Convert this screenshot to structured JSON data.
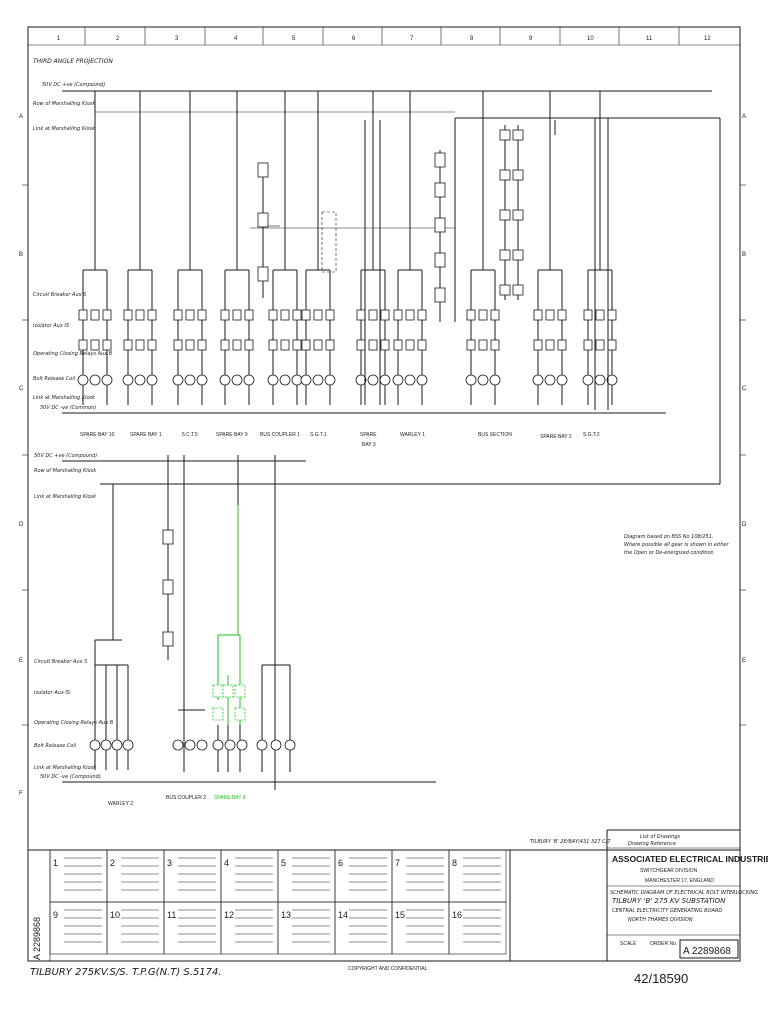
{
  "grid": {
    "columns": [
      "1",
      "2",
      "3",
      "4",
      "5",
      "6",
      "7",
      "8",
      "9",
      "10",
      "11",
      "12"
    ],
    "rows": [
      "A",
      "B",
      "C",
      "D",
      "E",
      "F"
    ]
  },
  "projection_note": "THIRD ANGLE PROJECTION",
  "upper_rail": {
    "supply": "50V DC +ve (Compound)",
    "row1": "Row of Marshalling Kiosk",
    "row2": "Link at Marshalling Kiosk",
    "row3": "Circuit Breaker Aux S",
    "row4": "Isolator Aux IS",
    "row5": "Operating Closing Relays Aux B",
    "row6": "Bolt Release Coil",
    "row7": "Link at Marshalling Kiosk",
    "return": "50V DC -ve (Common)"
  },
  "upper_bays": [
    "SPARE BAY 10",
    "SPARE BAY 1",
    "5.C.T.5",
    "SPARE BAY 9",
    "BUS COUPLER 1",
    "S.G.T.1",
    "SPARE",
    "BAY 3",
    "WARLEY 1",
    "BUS SECTION",
    "SPARE BAY 2",
    "S.G.T.2"
  ],
  "lower_rail": {
    "supply": "50V DC +ve (Compound)",
    "row1": "Row of Marshalling Kiosk",
    "row2": "Link at Marshalling Kiosk",
    "row3": "Circuit Breaker Aux S",
    "row4": "Isolator Aux IS",
    "row5": "Operating Closing Relays Aux B",
    "row6": "Bolt Release Coil",
    "row7": "Link at Marshalling Kiosk",
    "return": "50V DC -ve (Compound)"
  },
  "lower_bays": [
    "WARLEY 2",
    "BUS COUPLER 2",
    "SPARE BAY 8"
  ],
  "note": [
    "Diagram based on BSS No 108/251.",
    "Where possible all gear is shown in either",
    "the Open or De-energised condition"
  ],
  "reference": {
    "ref_line": "TILBURY 'B' 2E/BAY/431 327 C/7",
    "list_of_drawings": "List of Drawings",
    "drawing_reference": "Drawing Reference"
  },
  "title_block": {
    "company": "ASSOCIATED ELECTRICAL INDUSTRIES LTD.",
    "division": "SWITCHGEAR DIVISION",
    "location": "MANCHESTER 17, ENGLAND",
    "desc1": "SCHEMATIC DIAGRAM OF ELECTRICAL BOLT INTERLOCKING",
    "desc2": "TILBURY 'B' 275 KV SUBSTATION",
    "desc3": "CENTRAL ELECTRICITY GENERATING BOARD",
    "desc4": "NORTH THAMES DIVISION",
    "order_label": "ORDER No.",
    "drawing_number": "A 2289868",
    "side_number": "A 2289868",
    "scale_label": "SCALE"
  },
  "revisions": [
    "1",
    "2",
    "3",
    "4",
    "5",
    "6",
    "7",
    "8",
    "9",
    "10",
    "11",
    "12",
    "13",
    "14",
    "15",
    "16"
  ],
  "footer": {
    "left": "TILBURY 275KV.S/S. T.P.G(N.T) S.5174.",
    "center": "COPYRIGHT AND CONFIDENTIAL",
    "right": "42/18590"
  },
  "colors": {
    "highlight": "#22c022",
    "ink": "#1a1a1a"
  }
}
